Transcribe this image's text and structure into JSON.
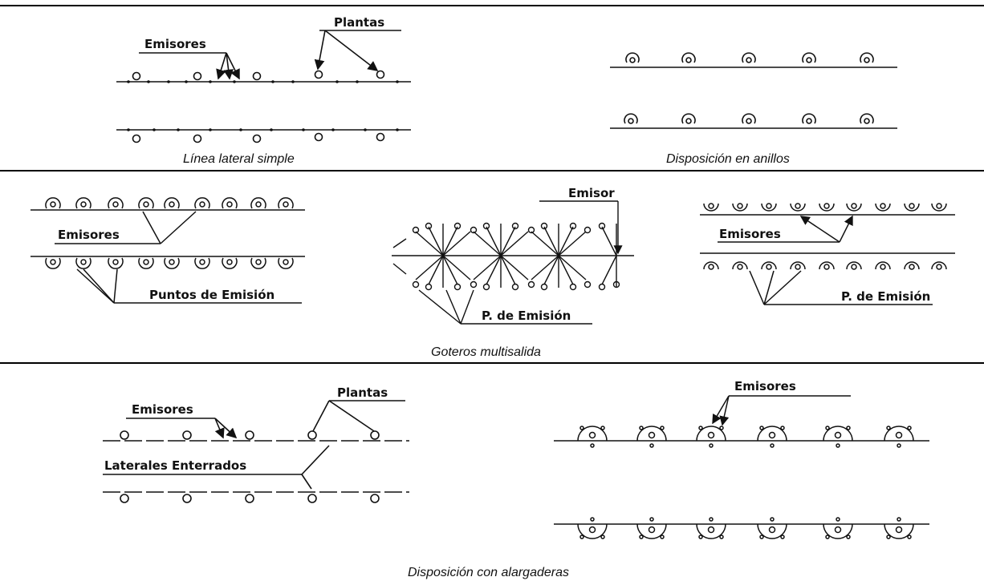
{
  "sections": {
    "simple_line": {
      "caption": "Línea lateral simple",
      "labels": {
        "emitters": "Emisores",
        "plants": "Plantas"
      }
    },
    "rings": {
      "caption": "Disposición en anillos"
    },
    "multioutlet": {
      "caption": "Goteros multisalida",
      "left": {
        "emitters": "Emisores",
        "points": "Puntos de Emisión"
      },
      "middle": {
        "emitter": "Emisor",
        "points": "P. de Emisión"
      },
      "right": {
        "emitters": "Emisores",
        "points": "P. de Emisión"
      }
    },
    "extensions": {
      "caption": "Disposición con alargaderas",
      "left": {
        "emitters": "Emisores",
        "plants": "Plantas",
        "buried": "Laterales Enterrados"
      },
      "right": {
        "emitters": "Emisores"
      }
    }
  },
  "colors": {
    "ink": "#111111",
    "background": "#ffffff"
  }
}
